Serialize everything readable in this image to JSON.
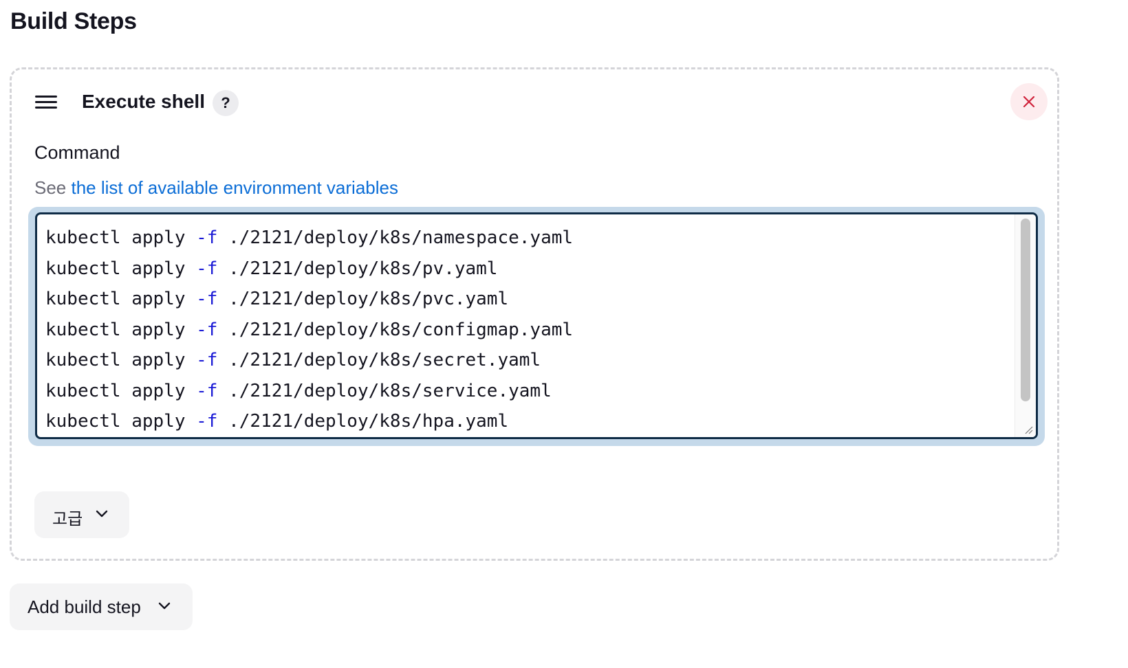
{
  "section": {
    "title": "Build Steps"
  },
  "step": {
    "title": "Execute shell",
    "help_label": "?",
    "close_icon": "close-icon",
    "drag_icon": "drag-handle-icon"
  },
  "command": {
    "label": "Command",
    "help_prefix": "See",
    "help_link": "the list of available environment variables",
    "lines": [
      {
        "cmd": "kubectl apply",
        "flag": "-f",
        "path": "./2121/deploy/k8s/namespace.yaml"
      },
      {
        "cmd": "kubectl apply",
        "flag": "-f",
        "path": "./2121/deploy/k8s/pv.yaml"
      },
      {
        "cmd": "kubectl apply",
        "flag": "-f",
        "path": "./2121/deploy/k8s/pvc.yaml"
      },
      {
        "cmd": "kubectl apply",
        "flag": "-f",
        "path": "./2121/deploy/k8s/configmap.yaml"
      },
      {
        "cmd": "kubectl apply",
        "flag": "-f",
        "path": "./2121/deploy/k8s/secret.yaml"
      },
      {
        "cmd": "kubectl apply",
        "flag": "-f",
        "path": "./2121/deploy/k8s/service.yaml"
      },
      {
        "cmd": "kubectl apply",
        "flag": "-f",
        "path": "./2121/deploy/k8s/hpa.yaml"
      }
    ]
  },
  "advanced": {
    "label": "고급",
    "icon": "chevron-down-icon"
  },
  "add_step": {
    "label": "Add build step",
    "icon": "chevron-down-icon"
  },
  "colors": {
    "link": "#0b6dd6",
    "flag": "#1a1ad6",
    "close_bg": "#fdecee",
    "close_icon": "#d0213a",
    "focus_ring": "#c5d9ea",
    "focus_border": "#0f2c46"
  }
}
